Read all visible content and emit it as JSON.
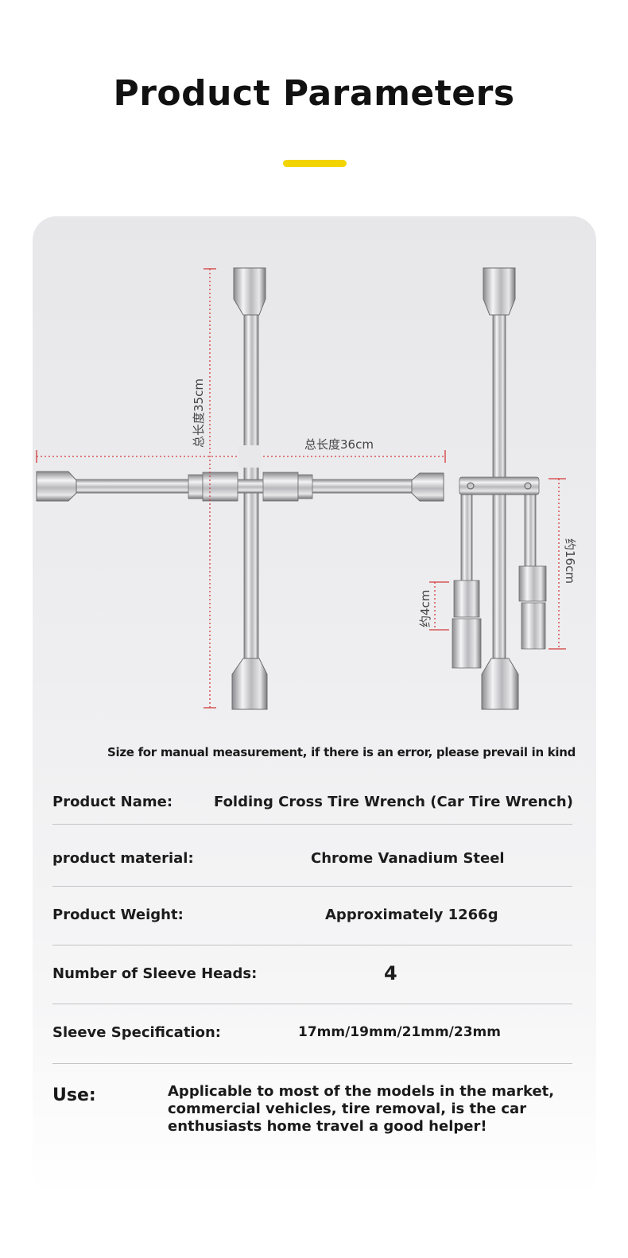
{
  "page": {
    "title": "Product Parameters",
    "accent_color": "#f2d500"
  },
  "diagram": {
    "label_height": "总长度35cm",
    "label_width": "总长度36cm",
    "label_sleeve": "约4cm",
    "label_folded": "约16cm",
    "note": "Size for manual measurement, if there is an error, please prevail in kind"
  },
  "specs": [
    {
      "label": "Product Name:",
      "value": "Folding Cross Tire Wrench (Car Tire Wrench)"
    },
    {
      "label": "product material:",
      "value": "Chrome Vanadium Steel"
    },
    {
      "label": "Product Weight:",
      "value": "Approximately 1266g"
    },
    {
      "label": "Number of Sleeve Heads:",
      "value": "4"
    },
    {
      "label": "Sleeve Specification:",
      "value": "17mm/19mm/21mm/23mm"
    }
  ],
  "use": {
    "label": "Use:",
    "value": "Applicable to most of the models in the market, commercial vehicles, tire removal, is the car enthusiasts home travel a good helper!"
  }
}
